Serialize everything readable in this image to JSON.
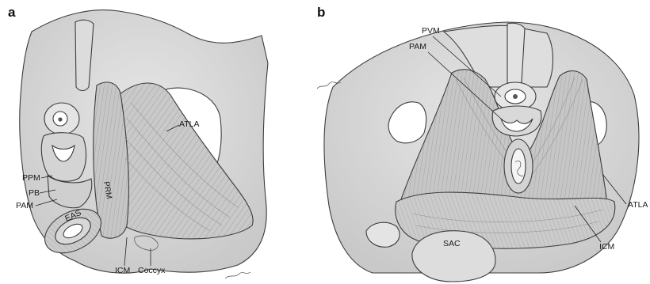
{
  "panels": [
    {
      "letter": "a",
      "labels": {
        "atla": "ATLA",
        "prm": "PRM",
        "ppm": "PPM",
        "pb": "PB",
        "pam": "PAM",
        "eas": "EAS",
        "icm": "ICM",
        "coccyx": "Coccyx"
      }
    },
    {
      "letter": "b",
      "labels": {
        "pvm": "PVM",
        "pam": "PAM",
        "sac": "SAC",
        "atla": "ATLA",
        "icm": "ICM"
      }
    }
  ],
  "colors": {
    "background": "#ffffff",
    "tissue": "#d9d9d9",
    "muscle": "#c7c7c7",
    "shadow": "#a9a9a9",
    "outline": "#3c3c3c"
  }
}
